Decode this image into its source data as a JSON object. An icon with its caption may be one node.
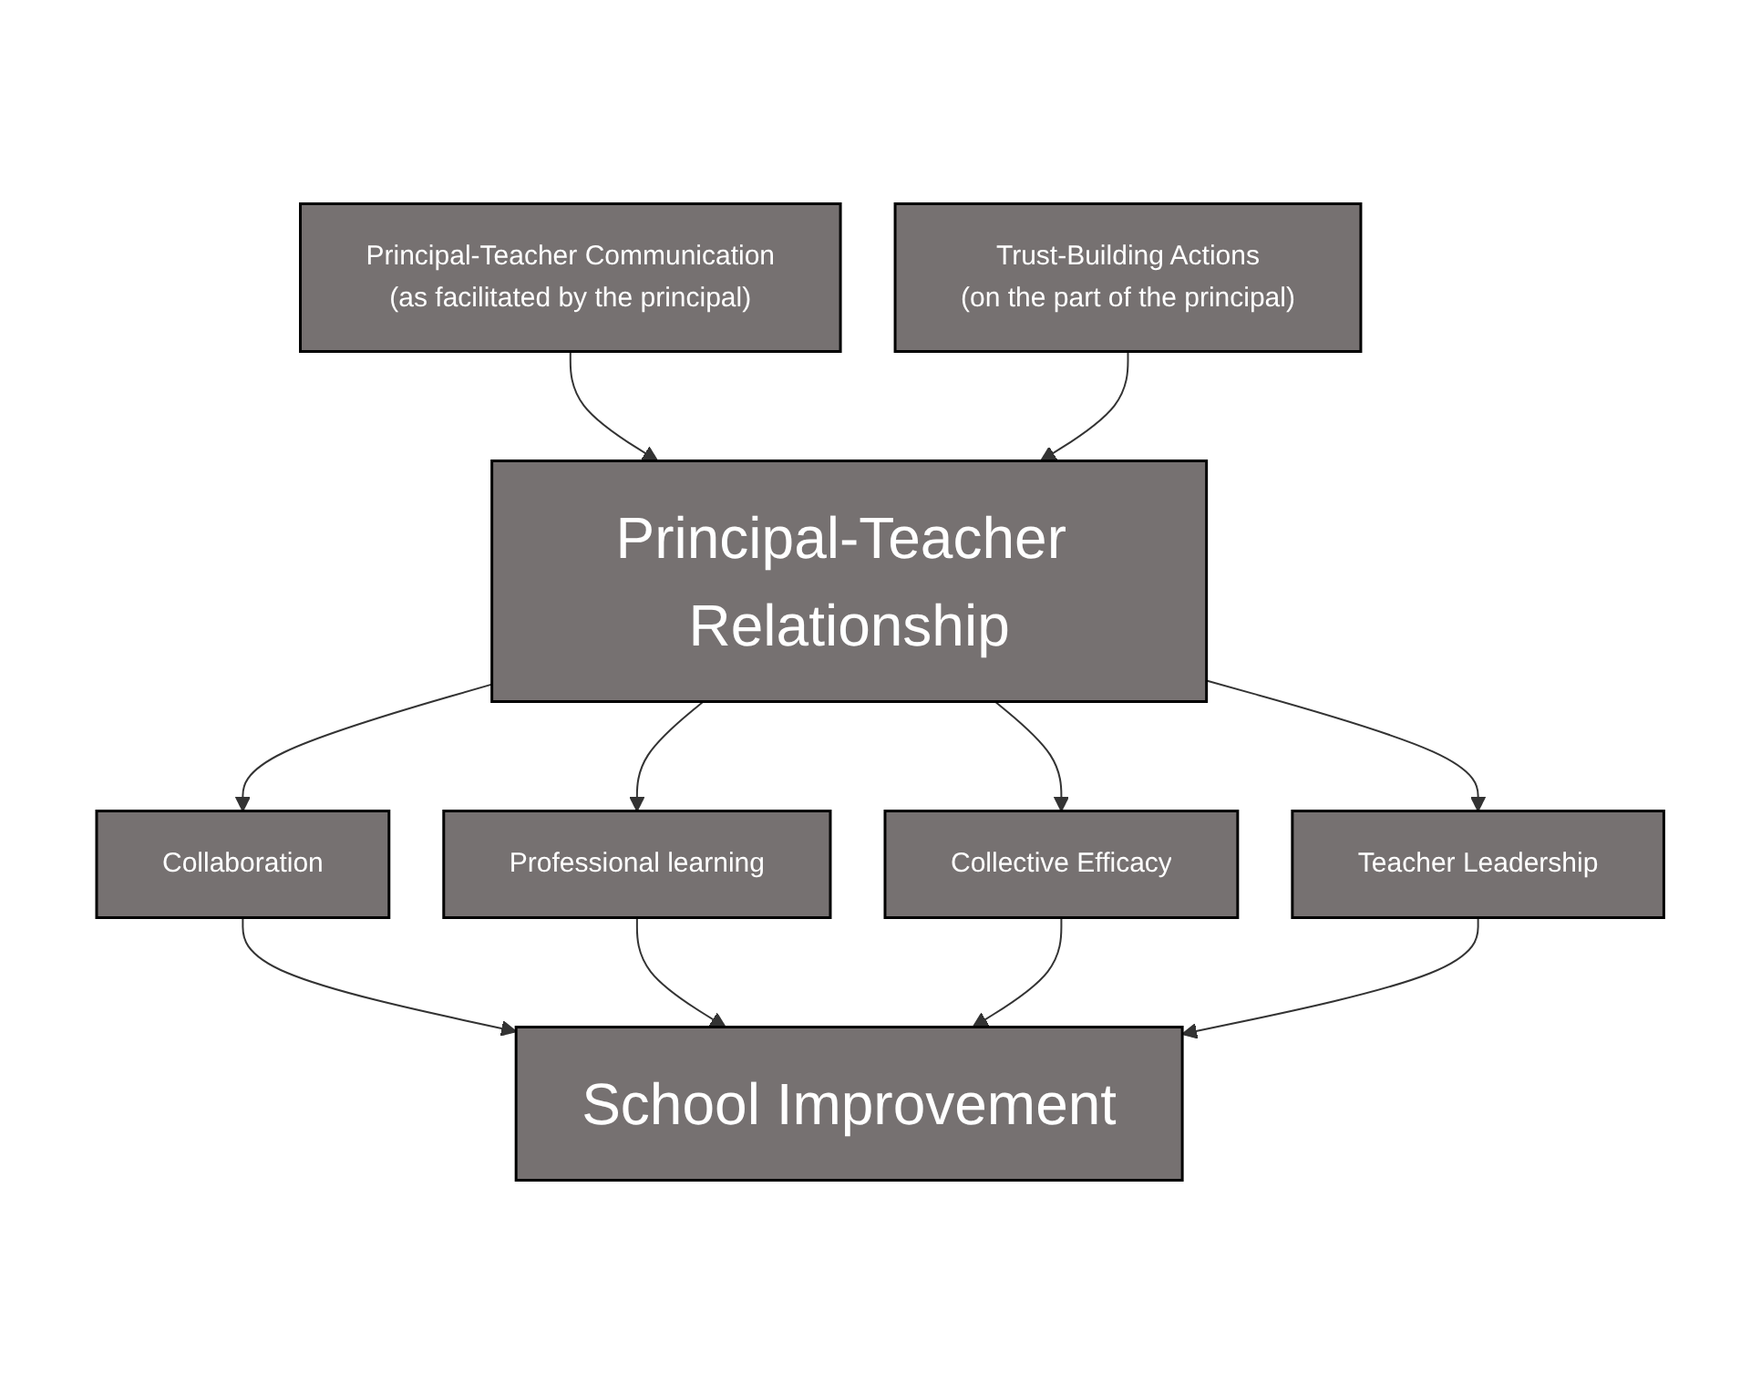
{
  "diagram": {
    "nodes": [
      {
        "text": [
          "Principal-Teacher Communication",
          "(as facilitated by the principal)"
        ]
      },
      {
        "text": [
          "Trust-Building Actions",
          "(on the part of the principal)"
        ]
      },
      {
        "text": [
          "Principal-Teacher Relationship"
        ]
      },
      {
        "text": [
          "Collaboration"
        ]
      },
      {
        "text": [
          "Professional learning"
        ]
      },
      {
        "text": [
          "Collective Efficacy"
        ]
      },
      {
        "text": [
          "Teacher Leadership"
        ]
      },
      {
        "text": [
          "School Improvement"
        ]
      }
    ],
    "edges": [
      {
        "from": 0,
        "to": 2,
        "arrow": "to"
      },
      {
        "from": 1,
        "to": 2,
        "arrow": "to"
      },
      {
        "from": 2,
        "to": 3,
        "arrow": "to"
      },
      {
        "from": 2,
        "to": 4,
        "arrow": "to"
      },
      {
        "from": 2,
        "to": 5,
        "arrow": "to"
      },
      {
        "from": 2,
        "to": 6,
        "arrow": "to"
      },
      {
        "from": 3,
        "to": 7,
        "arrow": "to"
      },
      {
        "from": 4,
        "to": 7,
        "arrow": "to"
      },
      {
        "from": 5,
        "to": 7,
        "arrow": "to"
      },
      {
        "from": 6,
        "to": 7,
        "arrow": "to"
      }
    ]
  }
}
